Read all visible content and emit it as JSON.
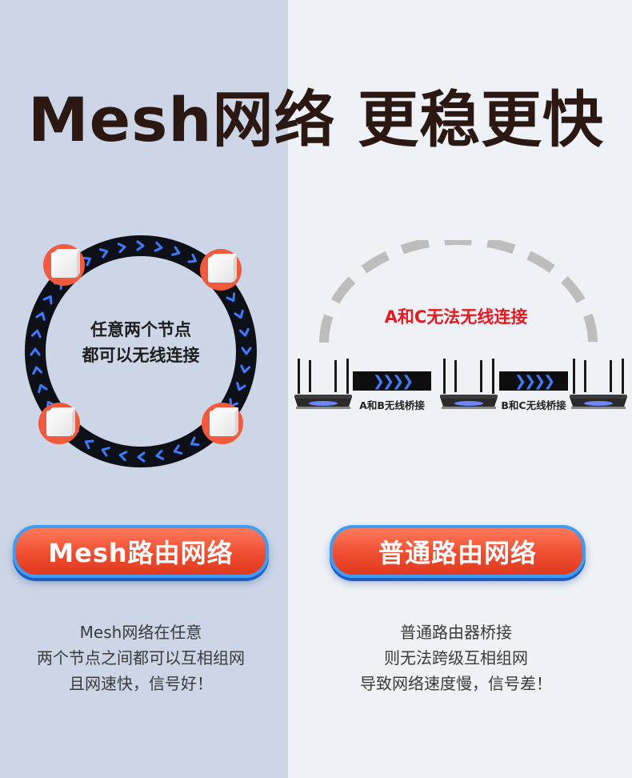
{
  "headline": "Mesh网络 更稳更快",
  "mesh": {
    "ring_text_line1": "任意两个节点",
    "ring_text_line2": "都可以无线连接",
    "button_label": "Mesh路由网络",
    "desc_lines": [
      "Mesh网络在任意",
      "两个节点之间都可以互相组网",
      "且网速快，信号好！"
    ]
  },
  "normal": {
    "arc_label": "A和C无法无线连接",
    "bridge_ab_label": "A和B无线桥接",
    "bridge_bc_label": "B和C无线桥接",
    "button_label": "普通路由网络",
    "desc_lines": [
      "普通路由器桥接",
      "则无法跨级互相组网",
      "导致网络速度慢，信号差！"
    ]
  },
  "colors": {
    "left_bg": "#ccd6e6",
    "right_bg": "#eef1f6",
    "headline": "#2b1812",
    "accent_red": "#e5191f",
    "button_red": "#f04d30",
    "button_border": "#3f9cf0",
    "arrow_blue": "#3e7bff"
  }
}
